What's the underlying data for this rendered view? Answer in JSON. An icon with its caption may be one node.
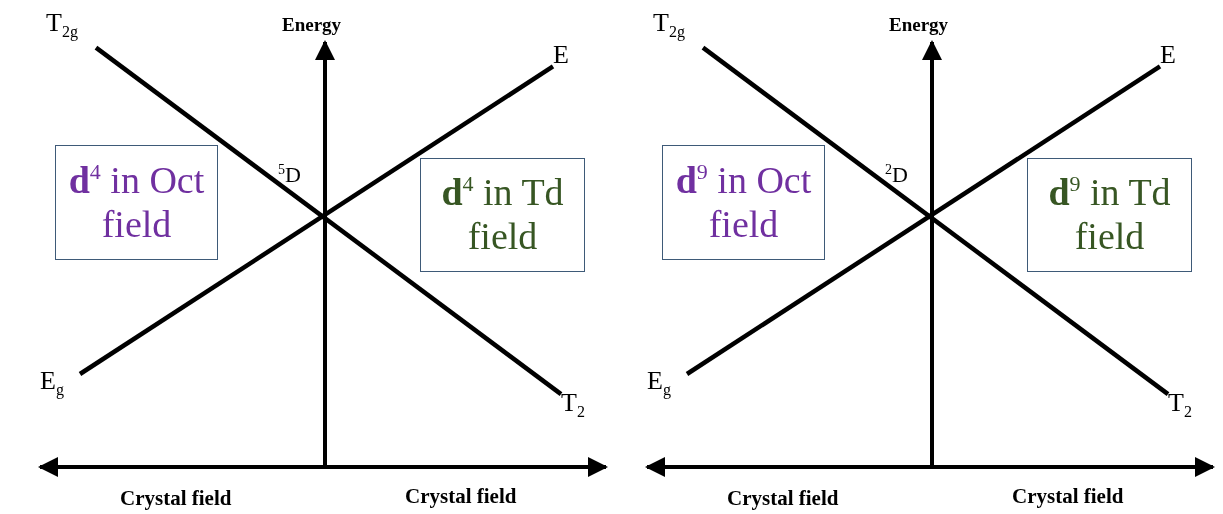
{
  "diagram": {
    "nodes": [
      {
        "text": [
          "T$_{2g}$"
        ]
      },
      {
        "text": [
          "E"
        ]
      },
      {
        "text": [
          "**d**$^{4}$ in Oct field"
        ]
      },
      {
        "text": [
          "**d**$^{4}$ in Td field"
        ]
      },
      {
        "text": [
          "E$_{g}$"
        ]
      },
      {
        "text": [
          "T$_{2}$"
        ]
      },
      {
        "text": [
          "T$_{2g}$"
        ]
      },
      {
        "text": [
          "E"
        ]
      },
      {
        "text": [
          "**d**$^{9}$ in Oct field"
        ]
      },
      {
        "text": [
          "**d**$^{9}$ in Td field"
        ]
      },
      {
        "text": [
          "E$_{g}$"
        ]
      },
      {
        "text": [
          "T$_{2}$"
        ]
      }
    ],
    "edges": [
      {
        "from": 0,
        "to": 5,
        "arrow": "none"
      },
      {
        "from": 4,
        "to": 1,
        "arrow": "none"
      },
      {
        "from": 6,
        "to": 11,
        "arrow": "none"
      },
      {
        "from": 10,
        "to": 7,
        "arrow": "none"
      }
    ],
    "labels": [
      "Energy",
      "$^{5}$D",
      "Crystal field",
      "Crystal field",
      "Energy",
      "$^{2}$D",
      "Crystal field",
      "Crystal field"
    ]
  }
}
